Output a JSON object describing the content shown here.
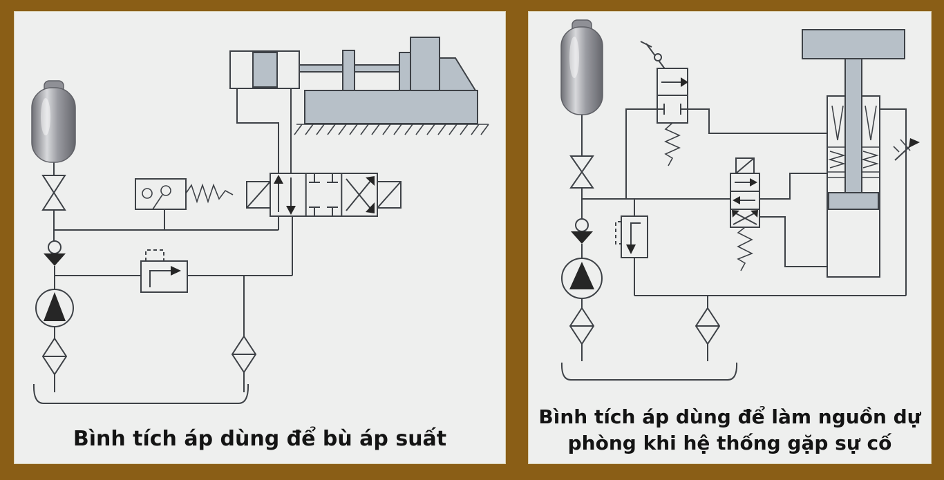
{
  "colors": {
    "background_brown": "#8a5e16",
    "panel_gray": "#eeefee",
    "line_dark": "#3d4146",
    "symbol_fill_dark": "#262626",
    "metal_gray": "#b7c0c8",
    "accumulator_gray": "#94959b",
    "caption_text": "#141414"
  },
  "panels": [
    {
      "id": "left",
      "caption": "Bình tích áp dùng để bù áp suất",
      "symbols": [
        "accumulator",
        "shut-off-valve",
        "check-valve",
        "pump",
        "suction-filter",
        "return-filter",
        "tank",
        "pressure-relief-valve",
        "pressure-switch",
        "solenoid-directional-valve-4-3",
        "hydraulic-cylinder",
        "machine-slide",
        "ground-hatching"
      ]
    },
    {
      "id": "right",
      "caption_line1": "Bình tích áp dùng để làm nguồn dự",
      "caption_line2": "phòng khi hệ thống gặp sự cố",
      "symbols": [
        "accumulator",
        "shut-off-valve",
        "check-valve",
        "pump",
        "suction-filter",
        "return-filter",
        "tank",
        "pressure-relief-valve",
        "lever-operated-valve",
        "solenoid-directional-valve",
        "press-cylinder",
        "throttle-valve"
      ]
    }
  ]
}
